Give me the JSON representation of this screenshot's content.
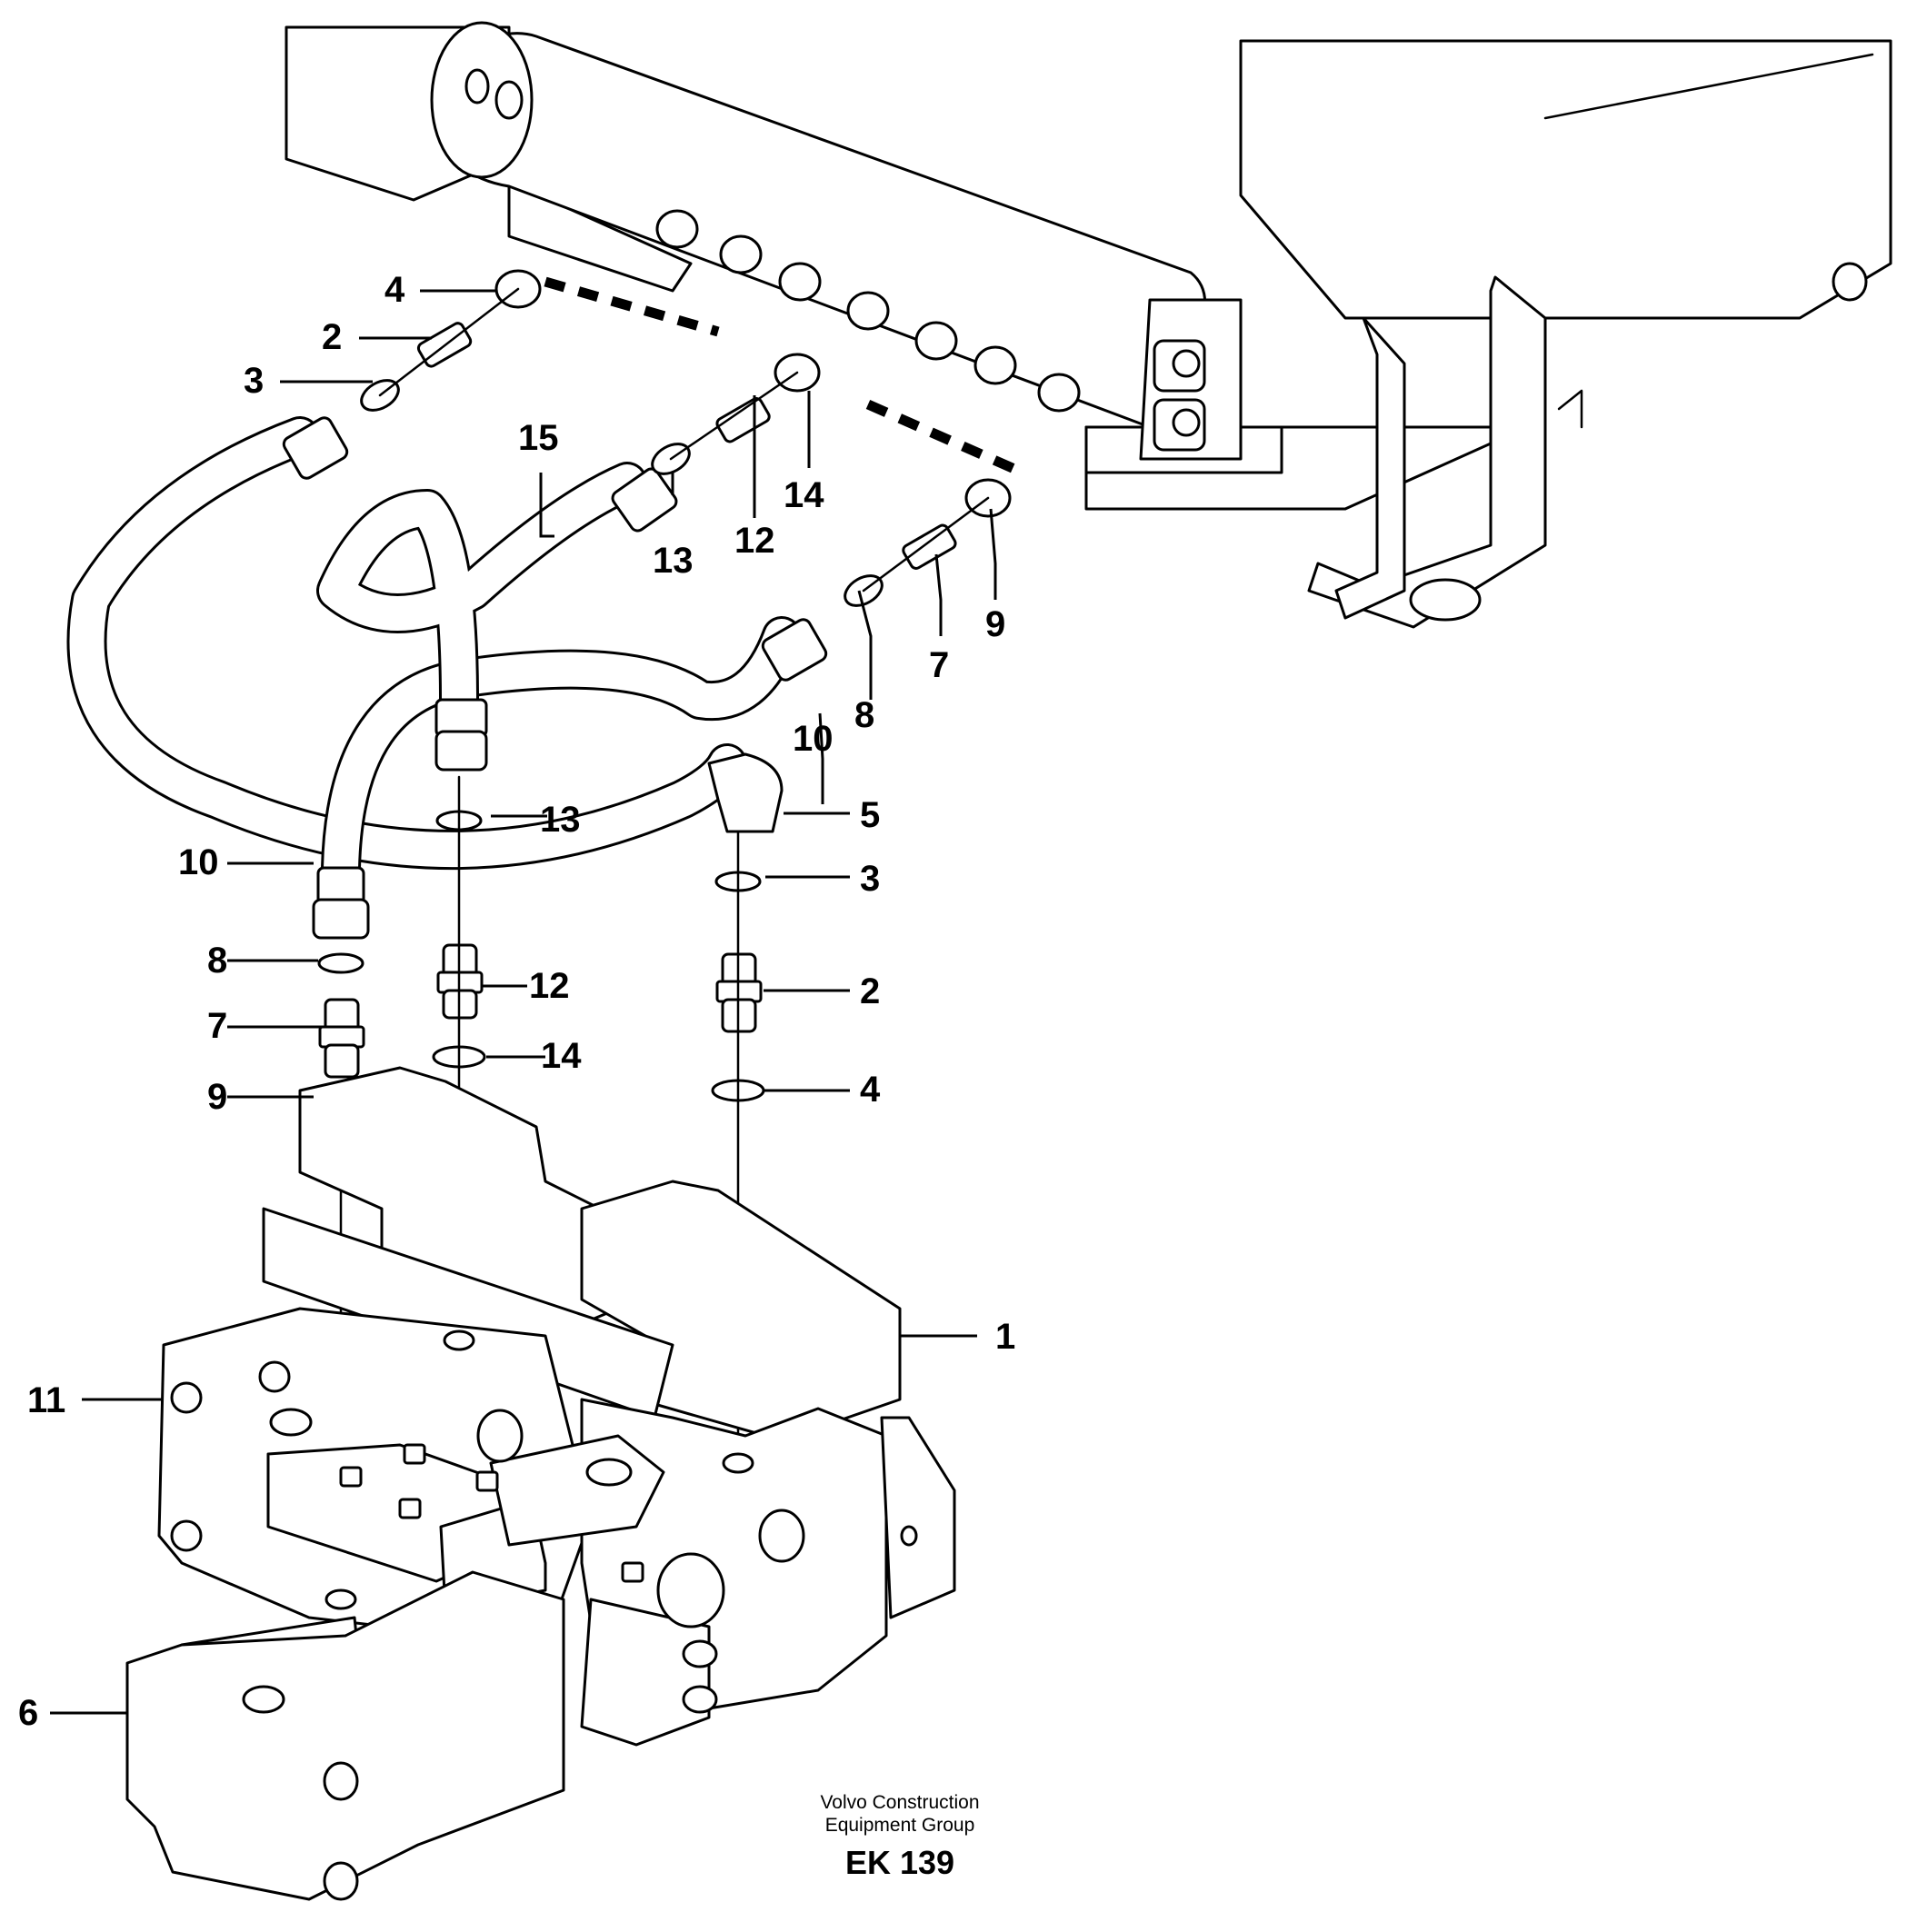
{
  "callouts": {
    "c1": "1",
    "c2a": "2",
    "c2b": "2",
    "c3a": "3",
    "c3b": "3",
    "c4a": "4",
    "c4b": "4",
    "c5": "5",
    "c6": "6",
    "c7a": "7",
    "c7b": "7",
    "c8a": "8",
    "c8b": "8",
    "c9a": "9",
    "c9b": "9",
    "c10a": "10",
    "c10b": "10",
    "c11": "11",
    "c12a": "12",
    "c12b": "12",
    "c13a": "13",
    "c13b": "13",
    "c14a": "14",
    "c14b": "14",
    "c15": "15"
  },
  "footer": {
    "line1": "Volvo Construction",
    "line2": "Equipment Group",
    "code": "EK 139"
  }
}
